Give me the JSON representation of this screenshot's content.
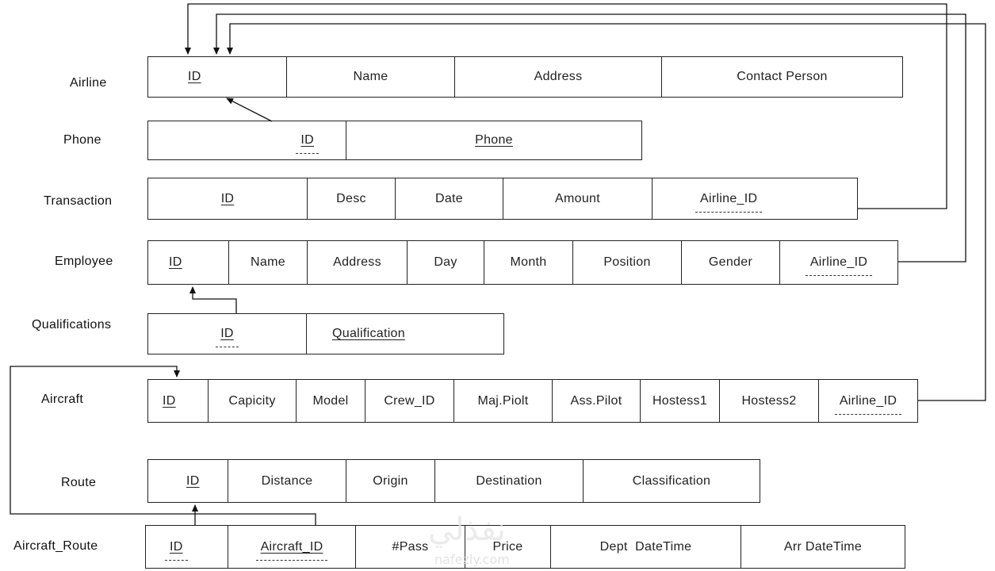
{
  "entities": {
    "airline": {
      "label": "Airline",
      "fields": [
        "ID",
        "Name",
        "Address",
        "Contact Person"
      ]
    },
    "phone": {
      "label": "Phone",
      "fields": [
        "ID",
        "Phone"
      ]
    },
    "transaction": {
      "label": "Transaction",
      "fields": [
        "ID",
        "Desc",
        "Date",
        "Amount",
        "Airline_ID"
      ]
    },
    "employee": {
      "label": "Employee",
      "fields": [
        "ID",
        "Name",
        "Address",
        "Day",
        "Month",
        "Position",
        "Gender",
        "Airline_ID"
      ]
    },
    "qualifications": {
      "label": "Qualifications",
      "fields": [
        "ID",
        "Qualification"
      ]
    },
    "aircraft": {
      "label": "Aircraft",
      "fields": [
        "ID",
        "Capicity",
        "Model",
        "Crew_ID",
        "Maj.Piolt",
        "Ass.Pilot",
        "Hostess1",
        "Hostess2",
        "Airline_ID"
      ]
    },
    "route": {
      "label": "Route",
      "fields": [
        "ID",
        "Distance",
        "Origin",
        "Destination",
        "Classification"
      ]
    },
    "aircraft_route": {
      "label": "Aircraft_Route",
      "fields": [
        "ID",
        "Aircraft_ID",
        "#Pass",
        "Price",
        "Dept  DateTime",
        "Arr DateTime"
      ]
    }
  },
  "watermark": {
    "logo_text": "نفذلي",
    "url_text": "nafezly.com"
  }
}
